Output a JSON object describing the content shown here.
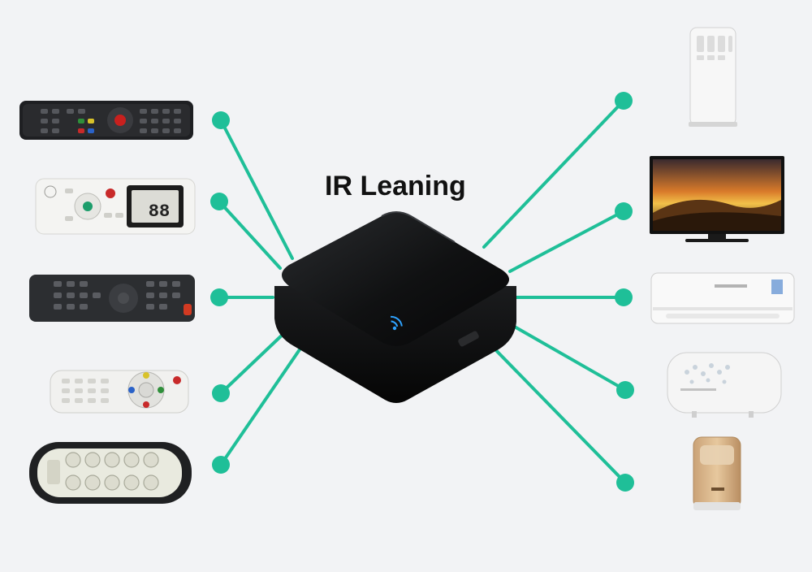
{
  "title": "IR Leaning",
  "colors": {
    "background": "#f2f3f5",
    "connector": "#1fbf98",
    "hub": "#121314",
    "led": "#2ea3ff"
  },
  "hub": {
    "icon": "wifi-icon"
  },
  "remotes": [
    {
      "name": "tv-remote-black"
    },
    {
      "name": "ac-remote-white"
    },
    {
      "name": "set-top-box-remote"
    },
    {
      "name": "dvd-remote-white"
    },
    {
      "name": "small-oval-remote"
    }
  ],
  "appliances": [
    {
      "name": "portable-air-conditioner"
    },
    {
      "name": "flat-screen-tv"
    },
    {
      "name": "wall-air-conditioner"
    },
    {
      "name": "water-heater"
    },
    {
      "name": "air-purifier"
    }
  ]
}
